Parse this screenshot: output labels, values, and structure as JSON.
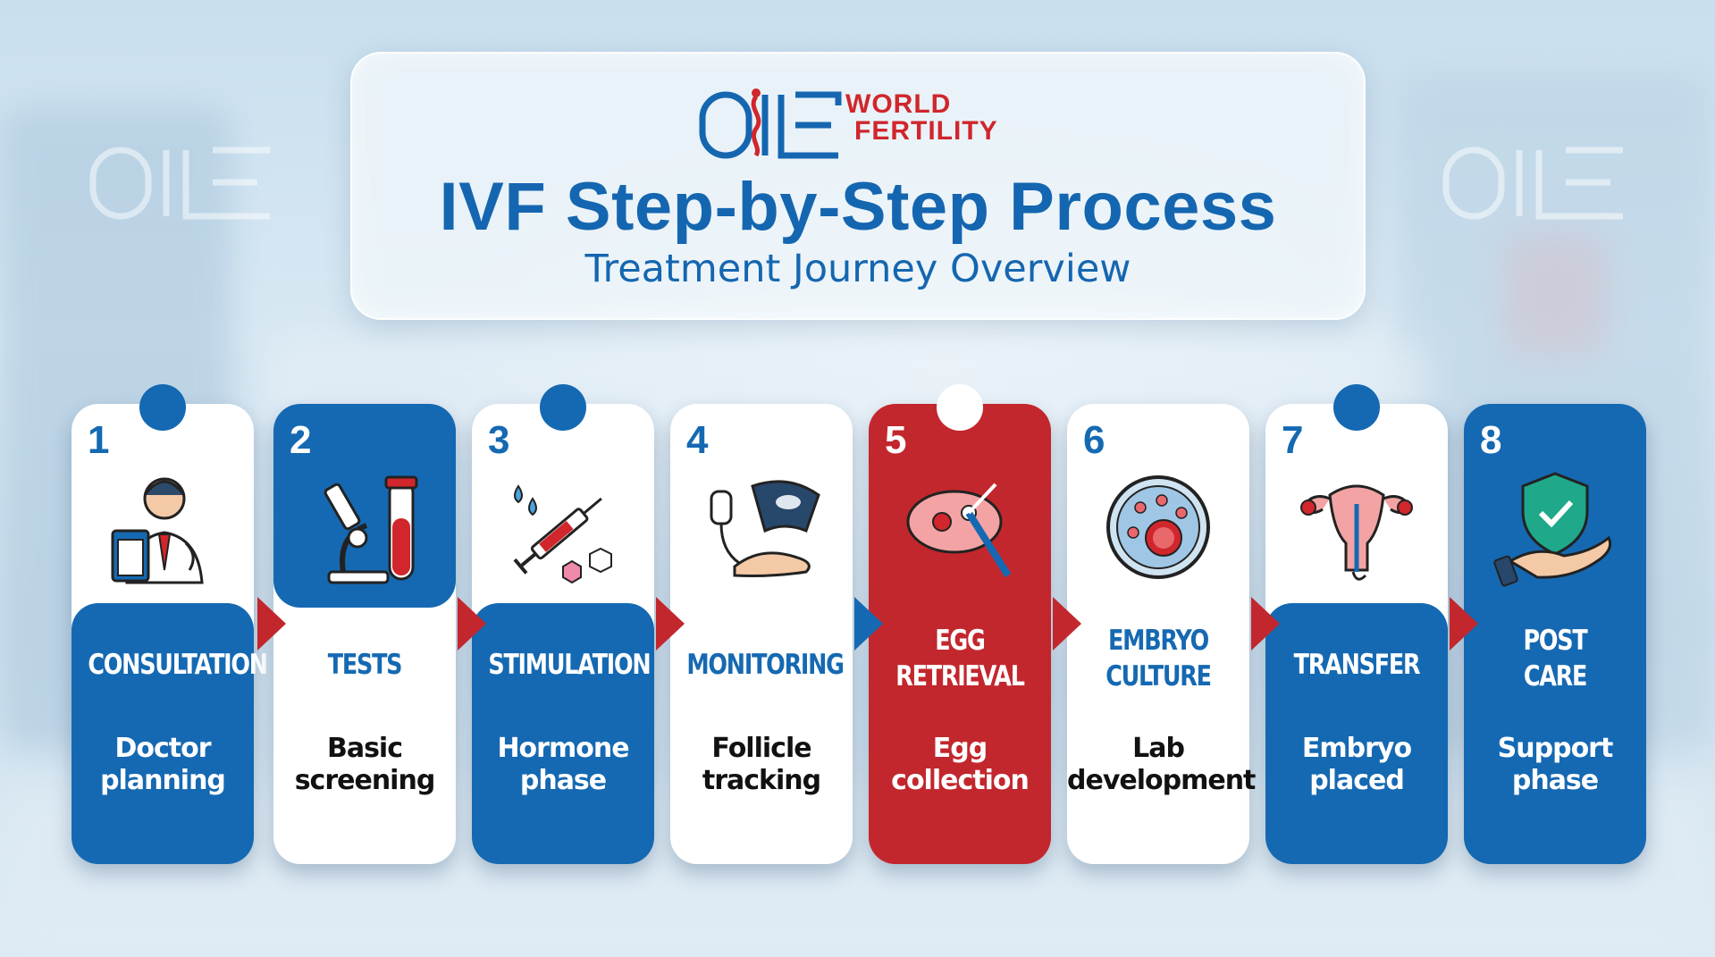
{
  "brand": {
    "line1": "WORLD",
    "line2": "FERTILITY"
  },
  "header": {
    "title": "IVF Step-by-Step Process",
    "subtitle": "Treatment Journey Overview"
  },
  "colors": {
    "blue": "#1569b2",
    "red": "#c2272d",
    "white": "#ffffff"
  },
  "steps": [
    {
      "number": "1",
      "title": "CONSULTATION",
      "desc_line1": "Doctor",
      "desc_line2": "planning",
      "icon": "doctor-icon"
    },
    {
      "number": "2",
      "title": "TESTS",
      "desc_line1": "Basic",
      "desc_line2": "screening",
      "icon": "microscope-test-tube-icon"
    },
    {
      "number": "3",
      "title": "STIMULATION",
      "desc_line1": "Hormone",
      "desc_line2": "phase",
      "icon": "syringe-icon"
    },
    {
      "number": "4",
      "title": "MONITORING",
      "desc_line1": "Follicle",
      "desc_line2": "tracking",
      "icon": "ultrasound-icon"
    },
    {
      "number": "5",
      "title_line1": "EGG",
      "title_line2": "RETRIEVAL",
      "desc_line1": "Egg",
      "desc_line2": "collection",
      "icon": "egg-retrieval-icon"
    },
    {
      "number": "6",
      "title_line1": "EMBRYO",
      "title_line2": "CULTURE",
      "desc_line1": "Lab",
      "desc_line2": "development",
      "icon": "petri-dish-icon"
    },
    {
      "number": "7",
      "title": "TRANSFER",
      "desc_line1": "Embryo",
      "desc_line2": "placed",
      "icon": "uterus-icon"
    },
    {
      "number": "8",
      "title_line1": "POST",
      "title_line2": "CARE",
      "desc_line1": "Support",
      "desc_line2": "phase",
      "icon": "shield-hand-icon"
    }
  ]
}
